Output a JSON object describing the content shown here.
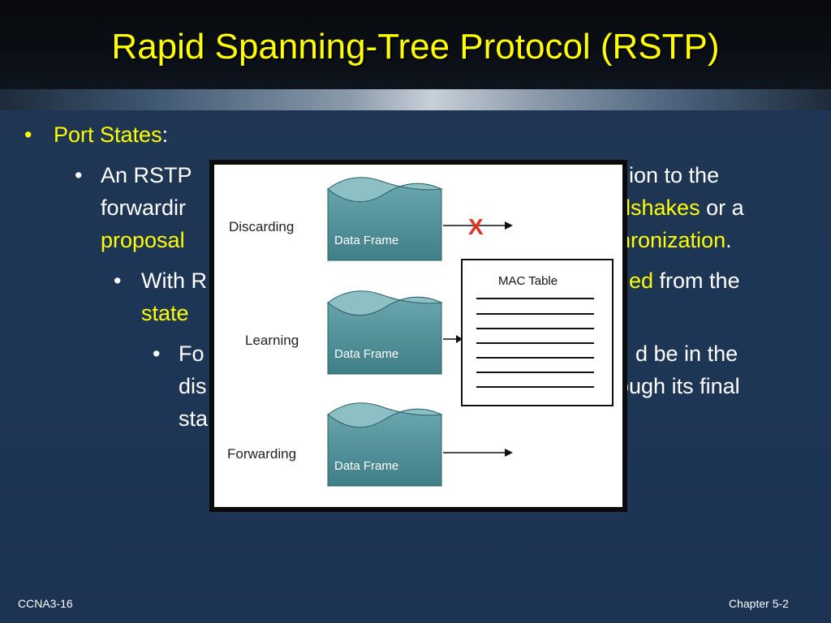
{
  "slide": {
    "title": "Rapid Spanning-Tree Protocol (RSTP)",
    "bullets": {
      "l1": {
        "label": "Port States",
        "colon": ":"
      },
      "l2a": {
        "text": "An RSTP",
        "right": "ion to the"
      },
      "l2b": {
        "text": "forwardir",
        "right_hl": "dshakes",
        "right_tail": " or a"
      },
      "l2c": {
        "hl": "proposal",
        "right_hl": "hronization",
        "right_tail": "."
      },
      "l3a": {
        "text": "With R",
        "right_hl": "ed",
        "right_tail": " from the"
      },
      "l3b": {
        "hl": "state"
      },
      "l4a": {
        "text": "Fo",
        "right": "d be in the"
      },
      "l4b": {
        "text": "dis",
        "right": "ough its final"
      },
      "l4c": {
        "text": "sta"
      }
    }
  },
  "figure": {
    "states": [
      "Discarding",
      "Learning",
      "Forwarding"
    ],
    "frame_label": "Data Frame",
    "mac_table_label": "MAC Table",
    "blocked_mark": "X"
  },
  "footer": {
    "left": "CCNA3-16",
    "right": "Chapter 5-2"
  },
  "colors": {
    "title": "#ffff00",
    "highlight": "#ffff00",
    "frame_teal": "#4f8f98",
    "block_red": "#e0301e"
  }
}
